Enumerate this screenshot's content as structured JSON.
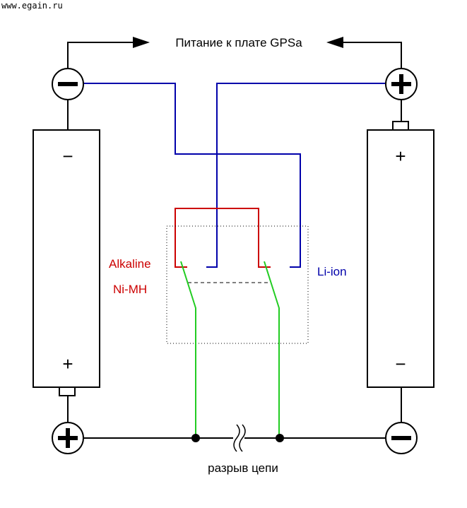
{
  "watermark": "www.egain.ru",
  "title": "Питание к плате GPSa",
  "labels": {
    "alkaline": "Alkaline",
    "nimh": "Ni-MH",
    "liion": "Li-ion",
    "break": "разрыв цепи"
  },
  "battery_left": {
    "top_sign": "−",
    "bottom_sign": "+"
  },
  "battery_right": {
    "top_sign": "+",
    "bottom_sign": "−"
  },
  "terminals": {
    "top_left": "minus",
    "top_right": "plus",
    "bottom_left": "plus",
    "bottom_right": "minus"
  },
  "colors": {
    "wire_black": "#000000",
    "wire_blue": "#0000aa",
    "wire_red": "#cc0000",
    "wire_green": "#22cc22",
    "label_red": "#cc0000",
    "label_blue": "#0000aa"
  }
}
